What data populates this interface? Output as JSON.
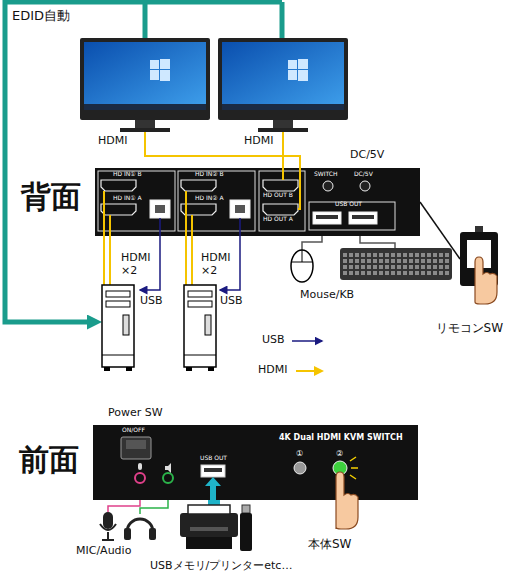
{
  "diagram": {
    "nodes": [
      {
        "text": [
          "背面"
        ]
      },
      {
        "text": [
          "前面",
          "4K Dual HDMI KVM SWITCH"
        ]
      },
      {
        "text": [
          "リモコンSW"
        ]
      }
    ],
    "edges": [
      {
        "from": 2,
        "to": 0,
        "arrow": "none"
      }
    ],
    "labels": [
      "EDID自動",
      "HDMI",
      "HDMI",
      "DC/5V",
      "HD IN① B",
      "HD IN① A",
      "HD IN② B",
      "HD IN② A",
      "HD OUT B",
      "HD OUT A",
      "SWITCH",
      "DC/5V",
      "USB OUT",
      "HDMI ×2",
      "USB",
      "HDMI ×2",
      "USB",
      "Mouse/KB",
      "Power SW",
      "ON/OFF",
      "USB OUT",
      "①",
      "②",
      "MIC/Audio",
      "USBメモリ/プリンターetc…",
      "本体SW"
    ],
    "legend": [
      {
        "text": "USB"
      },
      {
        "text": "HDMI"
      }
    ]
  }
}
